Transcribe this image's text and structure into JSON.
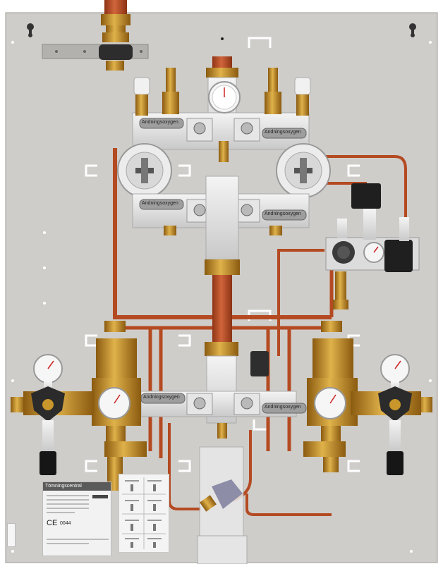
{
  "regulator_labels": {
    "top_left": "Andningsoxygen",
    "top_right": "Andningsoxygen",
    "mid_left": "Andningsoxygen",
    "mid_right": "Andningsoxygen",
    "low_left": "Andningsoxygen",
    "low_right": "Andningsoxygen"
  },
  "nameplate": {
    "title": "Tömningscentral",
    "ce_mark": "CE",
    "ce_code": "0044"
  },
  "colors": {
    "panel": "#cfcdc9",
    "copper": "#c2552e",
    "brass": "#c8962a",
    "steel": "#e4e4e4",
    "knob": "#2b2b2b"
  }
}
